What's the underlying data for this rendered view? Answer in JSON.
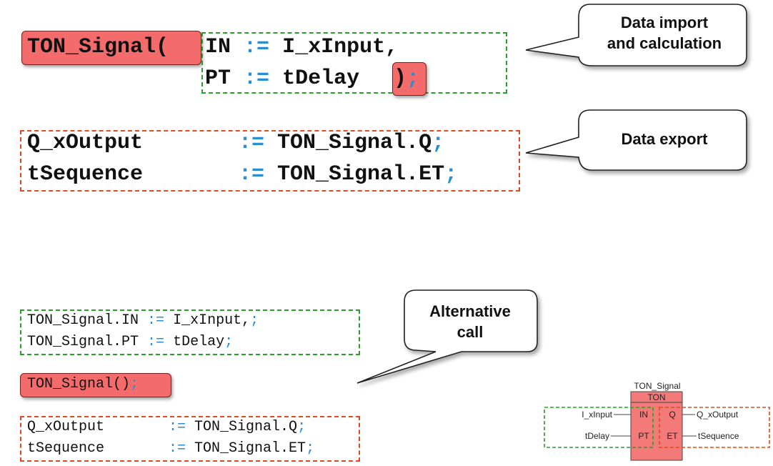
{
  "block1": {
    "call_name": "TON_Signal",
    "open_paren": "(",
    "line1": {
      "param": "IN",
      "op": ":=",
      "value": "I_xInput,"
    },
    "line2": {
      "param": "PT",
      "op": ":=",
      "value": "tDelay"
    },
    "close_paren": ")",
    "semicolon": ";"
  },
  "callout_import": {
    "line1": "Data import",
    "line2": "and calculation"
  },
  "block2": {
    "rows": [
      {
        "lhs": "Q_xOutput",
        "op": ":=",
        "rhs": "TON_Signal.Q",
        "semi": ";"
      },
      {
        "lhs": "tSequence",
        "op": ":=",
        "rhs": "TON_Signal.ET",
        "semi": ";"
      }
    ]
  },
  "callout_export": {
    "text": "Data export"
  },
  "block3": {
    "row1": {
      "lhs": "TON_Signal.IN",
      "op": ":=",
      "rhs": "I_xInput,",
      "semi": ";"
    },
    "row2": {
      "lhs": "TON_Signal.PT",
      "op": ":=",
      "rhs": "tDelay",
      "semi": ";"
    }
  },
  "callout_alt": {
    "line1": "Alternative",
    "line2": "call"
  },
  "block4": {
    "call": "TON_Signal()",
    "semi": ";"
  },
  "block5": {
    "rows": [
      {
        "lhs": "Q_xOutput",
        "op": ":=",
        "rhs": "TON_Signal.Q",
        "semi": ";"
      },
      {
        "lhs": "tSequence",
        "op": ":=",
        "rhs": "TON_Signal.ET",
        "semi": ";"
      }
    ]
  },
  "fbd": {
    "instance": "TON_Signal",
    "type": "TON",
    "in1": "IN",
    "in2": "PT",
    "out1": "Q",
    "out2": "ET",
    "var_in1": "I_xInput",
    "var_in2": "tDelay",
    "var_out1": "Q_xOutput",
    "var_out2": "tSequence",
    "block_color": "#f47a7a"
  },
  "colors": {
    "highlight": "#f46b6b",
    "green_dash": "#2aa02a",
    "red_dash": "#e04a1e",
    "operator": "#2a8fd0"
  }
}
